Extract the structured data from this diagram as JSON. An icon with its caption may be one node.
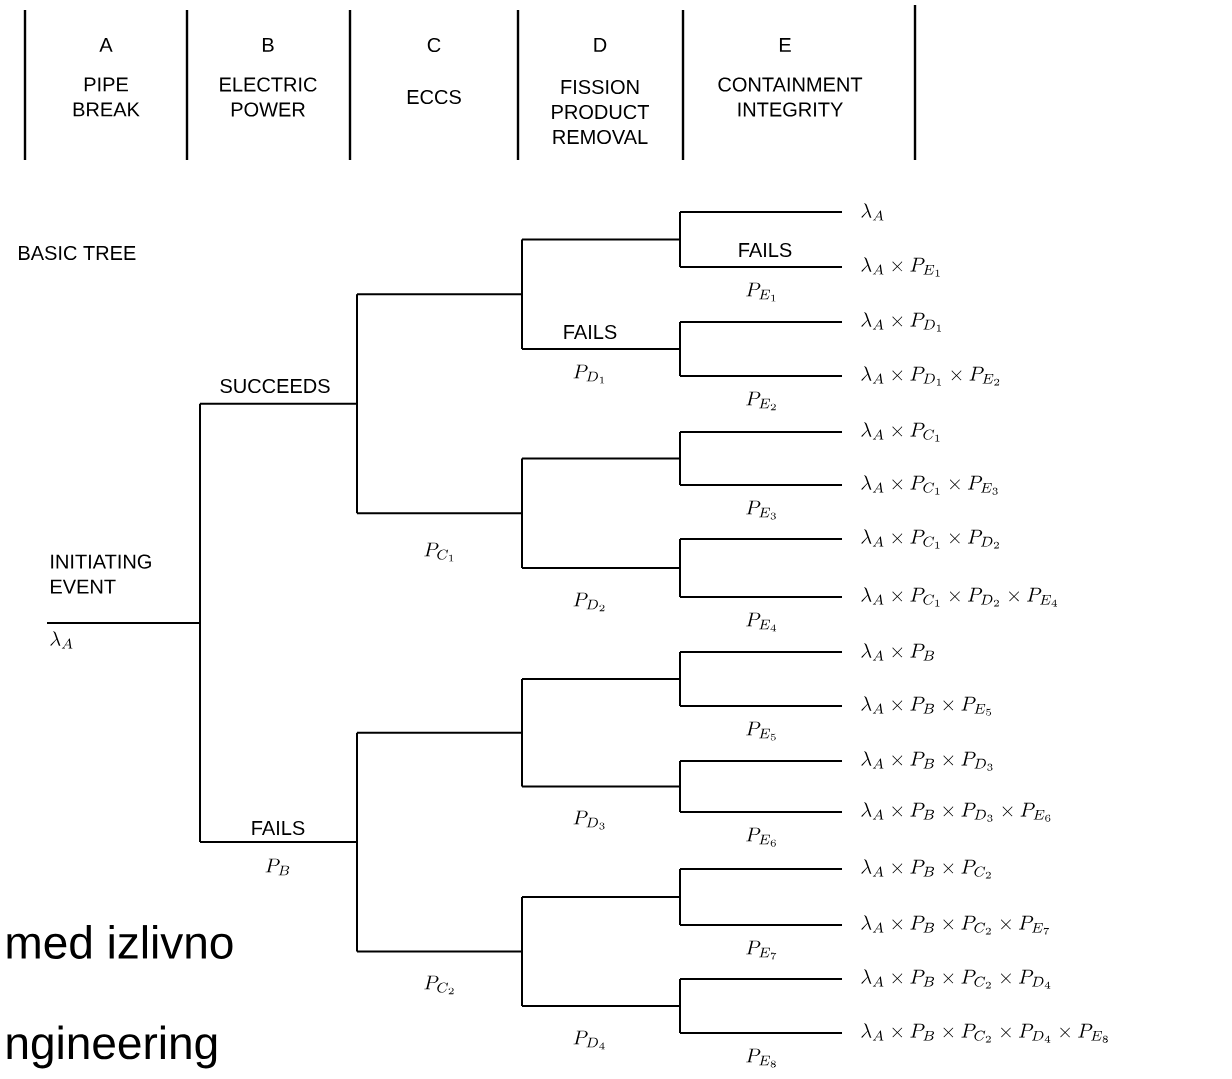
{
  "diagram": {
    "labels": [
      "A",
      "PIPE BREAK",
      "B",
      "ELECTRIC POWER",
      "C",
      "ECCS",
      "D",
      "FISSION PRODUCT REMOVAL",
      "E",
      "CONTAINMENT INTEGRITY",
      "BASIC TREE",
      "\\lambda_{A}",
      "FAILS",
      "\\lambda_{A} \\times P_{E_{1}}",
      "P_{E_{1}}",
      "\\lambda_{A} \\times P_{D_{1}}",
      "FAILS",
      "P_{D_{1}}",
      "\\lambda_{A} \\times P_{D_{1}} \\times P_{E_{2}}",
      "P_{E_{2}}",
      "SUCCEEDS",
      "\\lambda_{A} \\times P_{C_{1}}",
      "\\lambda_{A} \\times P_{C_{1}} \\times P_{E_{3}}",
      "P_{E_{3}}",
      "\\lambda_{A} \\times P_{C_{1}} \\times P_{D_{2}}",
      "P_{C_{1}}",
      "INITIATING EVENT",
      "P_{D_{2}}",
      "\\lambda_{A} \\times P_{C_{1}} \\times P_{D_{2}} \\times P_{E_{4}}",
      "P_{E_{4}}",
      "\\lambda_{A}",
      "\\lambda_{A} \\times P_{B}",
      "\\lambda_{A} \\times P_{B} \\times P_{E_{5}}",
      "P_{E_{5}}",
      "\\lambda_{A} \\times P_{B} \\times P_{D_{3}}",
      "\\lambda_{A} \\times P_{B} \\times P_{D_{3}} \\times P_{E_{6}}",
      "P_{D_{3}}",
      "FAILS",
      "P_{E_{6}}",
      "P_{B}",
      "\\lambda_{A} \\times P_{B} \\times P_{C_{2}}",
      "med izlivno",
      "\\lambda_{A} \\times P_{B} \\times P_{C_{2}} \\times P_{E_{7}}",
      "P_{E_{7}}",
      "P_{C_{2}}",
      "\\lambda_{A} \\times P_{B} \\times P_{C_{2}} \\times P_{D_{4}}",
      "P_{D_{4}}",
      "\\lambda_{A} \\times P_{B} \\times P_{C_{2}} \\times P_{D_{4}} \\times P_{E_{8}}",
      "ngineering",
      "P_{E_{8}}"
    ]
  }
}
